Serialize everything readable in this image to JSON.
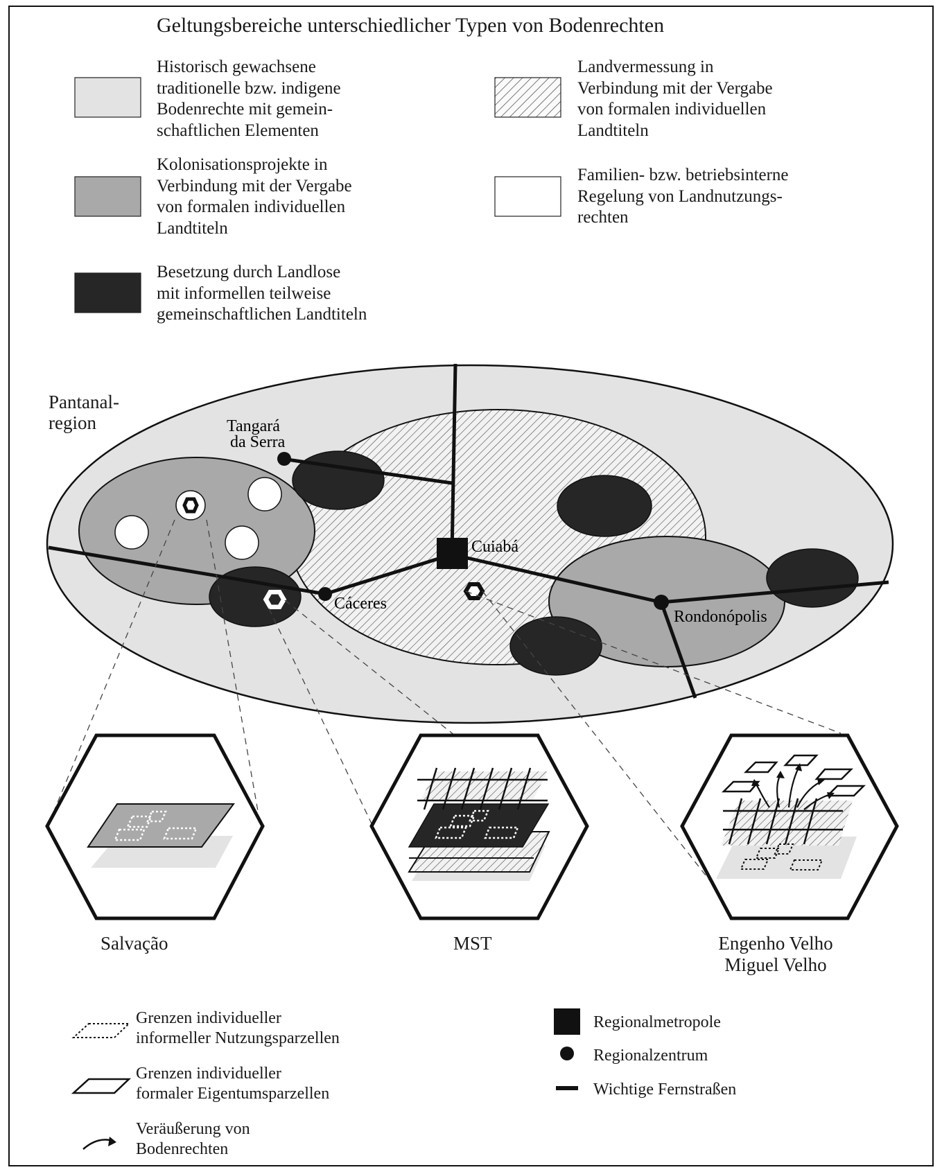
{
  "title": "Geltungsbereiche unterschiedlicher Typen von Bodenrechten",
  "colors": {
    "light": "#e3e3e3",
    "medium": "#a9a9a9",
    "dark": "#262626",
    "white": "#ffffff",
    "line": "#111111"
  },
  "legend_types": [
    {
      "key": "traditional",
      "text": "Historisch gewachsene\ntraditionelle bzw. indigene\nBodenrechte mit gemein-\nschaftlichen Elementen",
      "fill": "light-gray"
    },
    {
      "key": "survey",
      "text": "Landvermessung in\nVerbindung mit der Vergabe\nvon formalen individuellen\nLandtiteln",
      "fill": "hatched"
    },
    {
      "key": "colonisation",
      "text": "Kolonisationsprojekte in\nVerbindung mit der Vergabe\nvon formalen individuellen\nLandtiteln",
      "fill": "medium-gray"
    },
    {
      "key": "family",
      "text": "Familien- bzw. betriebsinterne\nRegelung von Landnutzungs-\nrechten",
      "fill": "white"
    },
    {
      "key": "occupation",
      "text": "Besetzung durch Landlose\nmit informellen teilweise\ngemeinschaftlichen Landtiteln",
      "fill": "black"
    }
  ],
  "map": {
    "region_label": "Pantanal-\nregion",
    "cities": [
      {
        "name": "Tangará\nda Serra",
        "kind": "Regionalzentrum"
      },
      {
        "name": "Cuiabá",
        "kind": "Regionalmetropole"
      },
      {
        "name": "Cáceres",
        "kind": "Regionalzentrum"
      },
      {
        "name": "Rondonópolis",
        "kind": "Regionalzentrum"
      }
    ]
  },
  "case_studies": [
    {
      "label": "Salvação"
    },
    {
      "label": "MST"
    },
    {
      "label": "Engenho Velho\nMiguel Velho"
    }
  ],
  "legend_symbols_left": [
    {
      "text": "Grenzen individueller\ninformeller Nutzungsparzellen",
      "icon": "dotted-parallelogram-icon"
    },
    {
      "text": "Grenzen individueller\nformaler Eigentumsparzellen",
      "icon": "solid-parallelogram-icon"
    },
    {
      "text": "Veräußerung von\nBodenrechten",
      "icon": "curved-arrow-icon"
    }
  ],
  "legend_symbols_right": [
    {
      "text": "Regionalmetropole",
      "icon": "square-icon"
    },
    {
      "text": "Regionalzentrum",
      "icon": "dot-icon"
    },
    {
      "text": "Wichtige Fernstraßen",
      "icon": "road-line-icon"
    }
  ]
}
